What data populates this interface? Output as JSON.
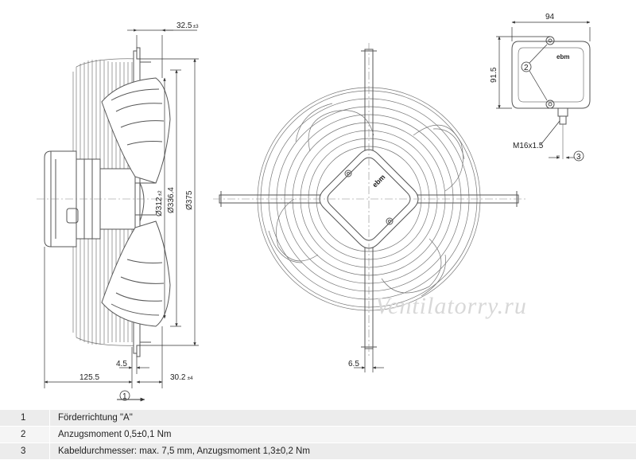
{
  "dimensions": {
    "d325": "32.5",
    "d325_tol": "±3",
    "d312": "Ø312",
    "d312_tol": "±2",
    "d3364": "Ø336.4",
    "d375": "Ø375",
    "d45": "4.5",
    "d1255": "125.5",
    "d302": "30.2",
    "d302_tol": "±4",
    "d65": "6.5",
    "d94": "94",
    "d915": "91.5",
    "m16": "M16x1.5"
  },
  "callouts": {
    "c1": "1",
    "c2": "2",
    "c3": "3"
  },
  "brand_logo": "ebm",
  "watermark": "Ventilatorry.ru",
  "legend": [
    {
      "num": "1",
      "text": "Förderrichtung \"A\""
    },
    {
      "num": "2",
      "text": "Anzugsmoment 0,5±0,1 Nm"
    },
    {
      "num": "3",
      "text": "Kabeldurchmesser: max. 7,5 mm, Anzugsmoment 1,3±0,2 Nm"
    }
  ]
}
